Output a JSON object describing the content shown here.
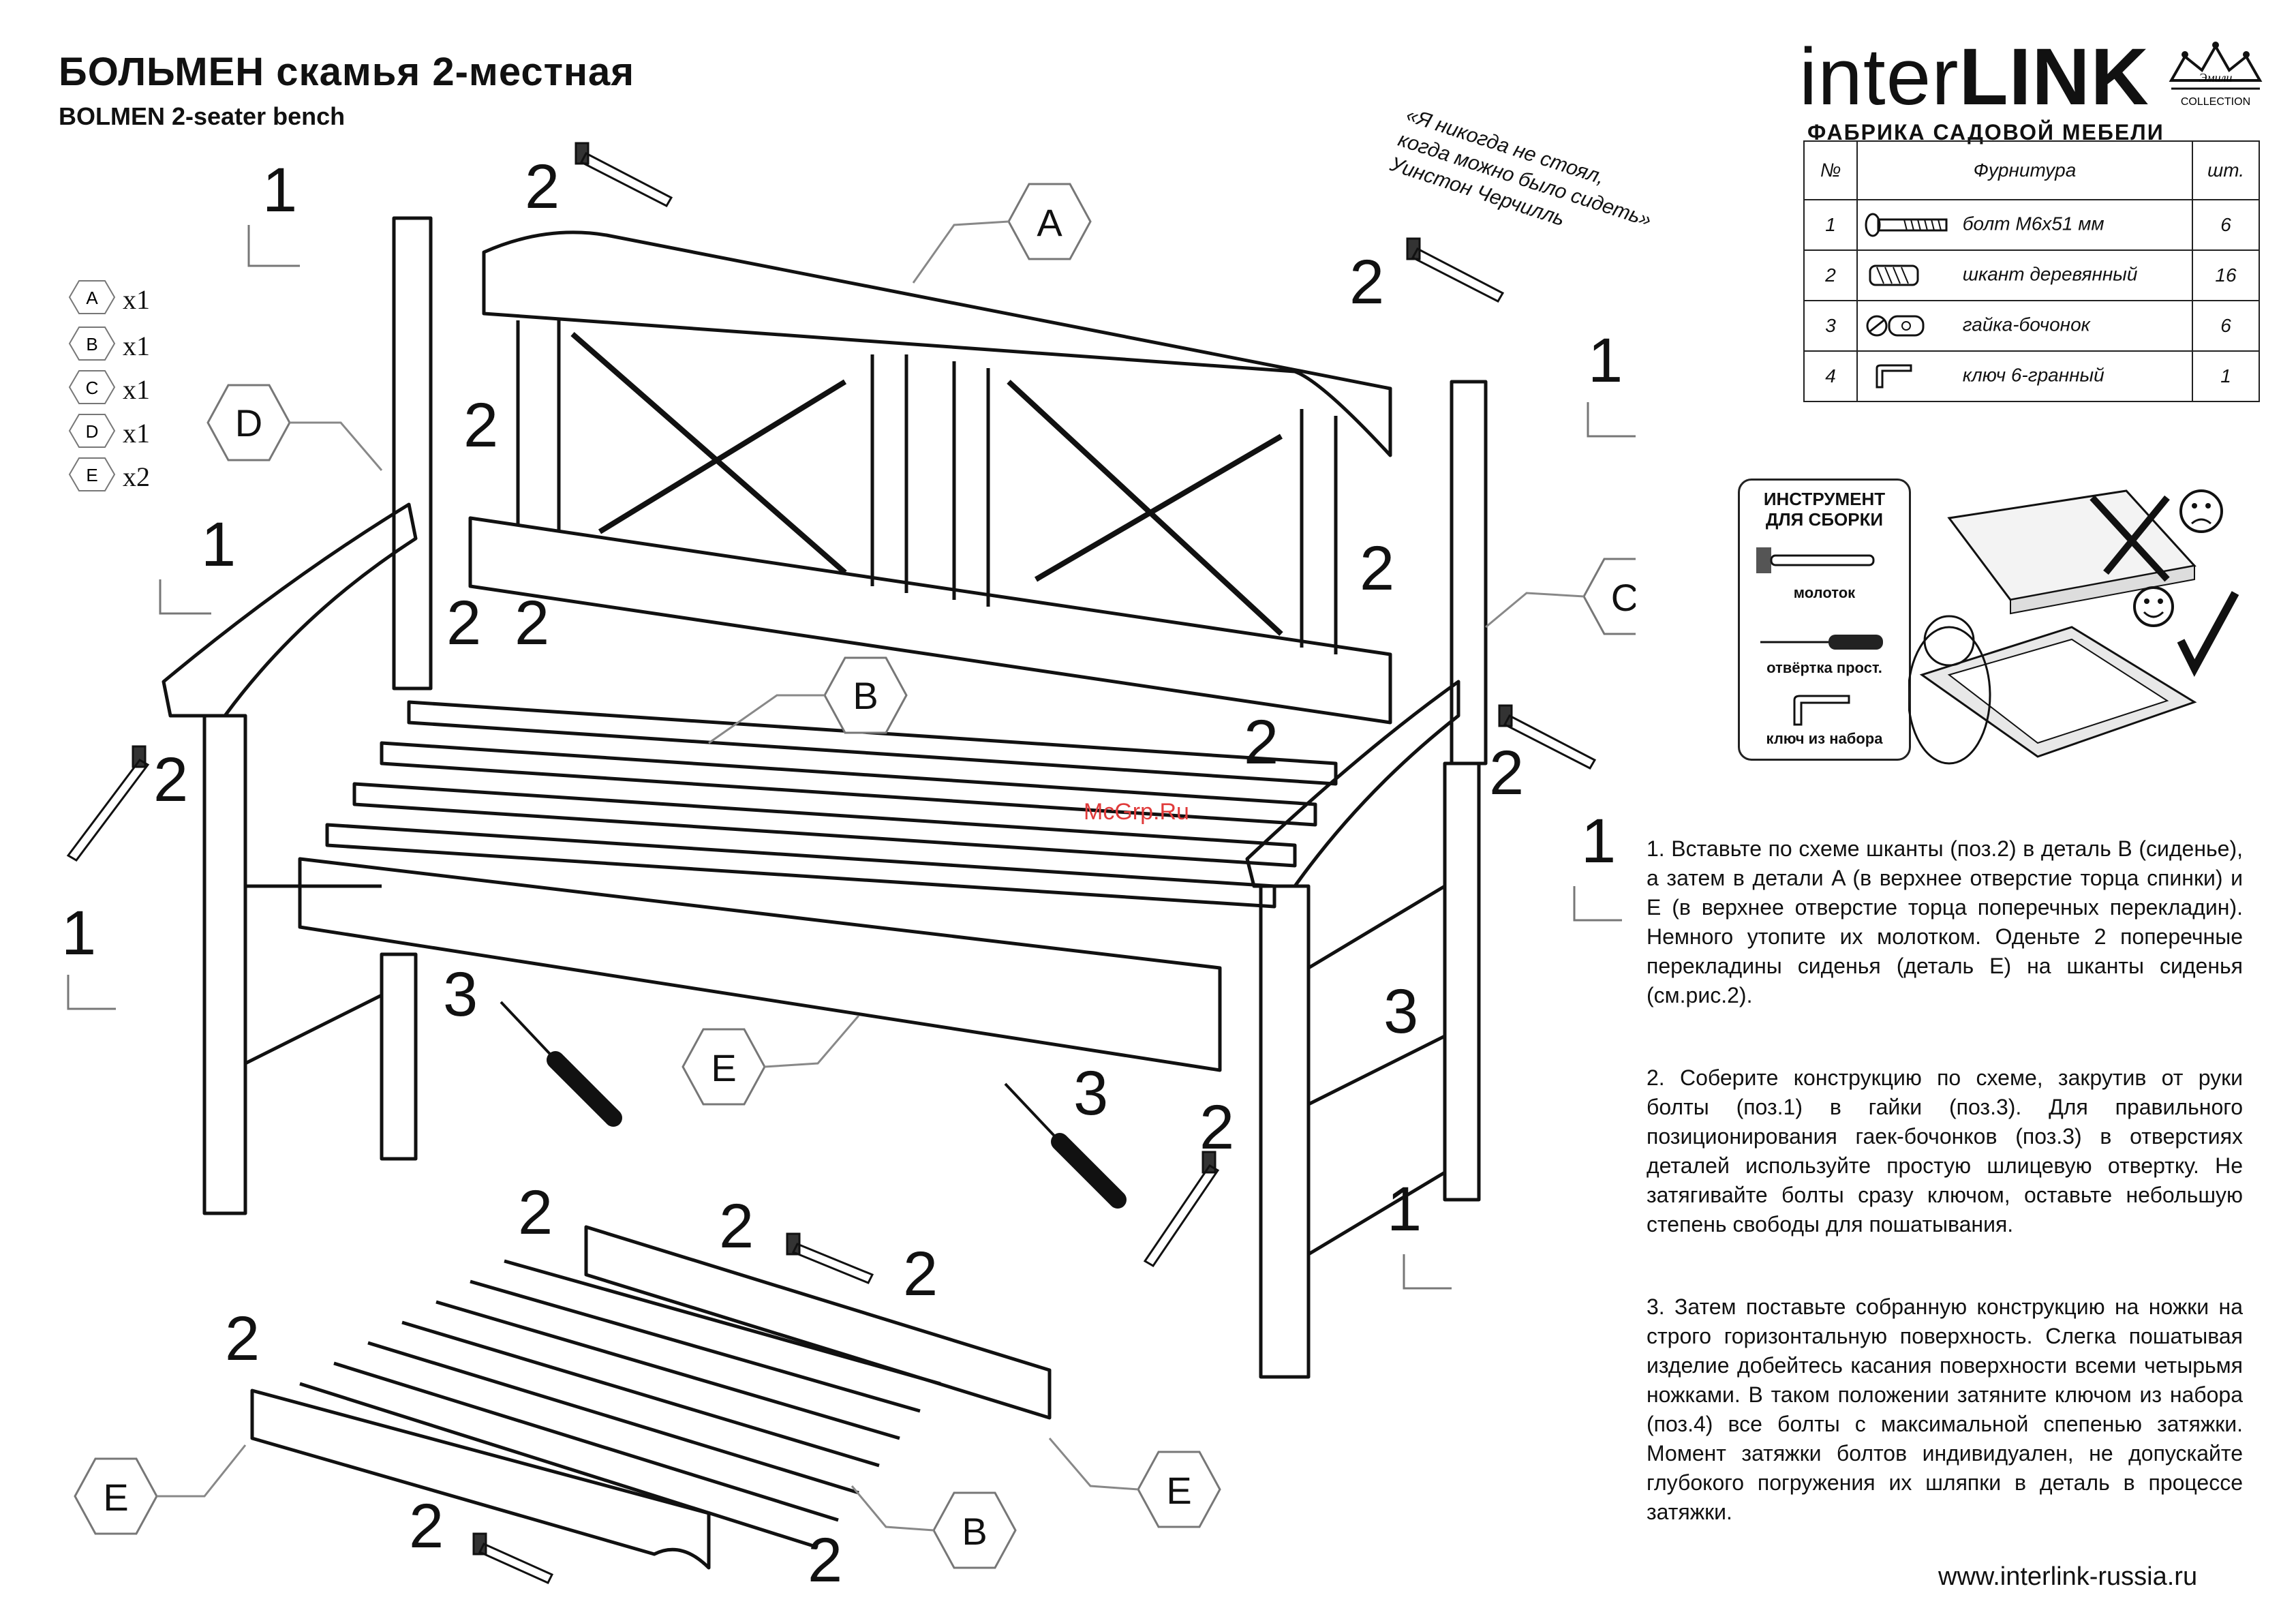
{
  "header": {
    "title_ru": "БОЛЬМЕН скамья 2-местная",
    "title_en": "BOLMEN 2-seater bench"
  },
  "brand": {
    "name_part1": "inter",
    "name_part2": "LINK",
    "subtitle": "ФАБРИКА САДОВОЙ МЕБЕЛИ",
    "crown_text": "Эмили",
    "crown_sub": "COLLECTION"
  },
  "quote": {
    "line1": "«Я никогда не стоял,",
    "line2": "когда можно было сидеть»",
    "line3": "Уинстон Черчилль"
  },
  "hardware": {
    "headers": {
      "num": "№",
      "name": "Фурнитура",
      "qty": "шт."
    },
    "rows": [
      {
        "num": "1",
        "name": "болт М6х51 мм",
        "qty": "6",
        "icon": "bolt-icon"
      },
      {
        "num": "2",
        "name": "шкант деревянный",
        "qty": "16",
        "icon": "dowel-icon"
      },
      {
        "num": "3",
        "name": "гайка-бочонок",
        "qty": "6",
        "icon": "barrel-nut-icon"
      },
      {
        "num": "4",
        "name": "ключ 6-гранный",
        "qty": "1",
        "icon": "hex-key-icon"
      }
    ]
  },
  "parts_legend": [
    {
      "letter": "A",
      "count": "x1"
    },
    {
      "letter": "B",
      "count": "x1"
    },
    {
      "letter": "C",
      "count": "x1"
    },
    {
      "letter": "D",
      "count": "x1"
    },
    {
      "letter": "E",
      "count": "x2"
    }
  ],
  "tools": {
    "title_line1": "ИНСТРУМЕНТ",
    "title_line2": "ДЛЯ СБОРКИ",
    "items": [
      "молоток",
      "отвёртка прост.",
      "ключ из набора"
    ]
  },
  "watermark": "McGrp.Ru",
  "instructions": [
    "1. Вставьте по схеме шканты (поз.2) в деталь B (сиденье),   а затем в детали A (в верхнее отверстие торца   спинки) и E (в верхнее отверстие торца поперечных перекладин). Немного утопите их молотком. Оденьте 2 поперечные перекладины сиденья (деталь E) на шканты сиденья (см.рис.2).",
    "2. Соберите конструкцию по схеме, закрутив от руки болты (поз.1) в гайки (поз.3). Для правильного позиционирования гаек-бочонков (поз.3) в отверстиях деталей используйте простую шлицевую отвертку. Не затягивайте болты сразу ключом, оставьте небольшую степень свободы для пошатывания.",
    "3. Затем поставьте собранную конструкцию на ножки на строго горизонтальную поверхность. Слегка пошатывая изделие добейтесь касания поверхности всеми четырьмя ножками. В таком положении затяните ключом из набора (поз.4) все болты с максимальной спепенью затяжки. Момент затяжки болтов индивидуален, не допускайте глубокого погружения их шляпки в деталь в процессе затяжки."
  ],
  "diagram": {
    "callouts": {
      "n1": "1",
      "n2": "2",
      "n3": "3",
      "A": "A",
      "B": "B",
      "C": "C",
      "D": "D",
      "E": "E"
    }
  },
  "footer": {
    "url": "www.interlink-russia.ru"
  }
}
